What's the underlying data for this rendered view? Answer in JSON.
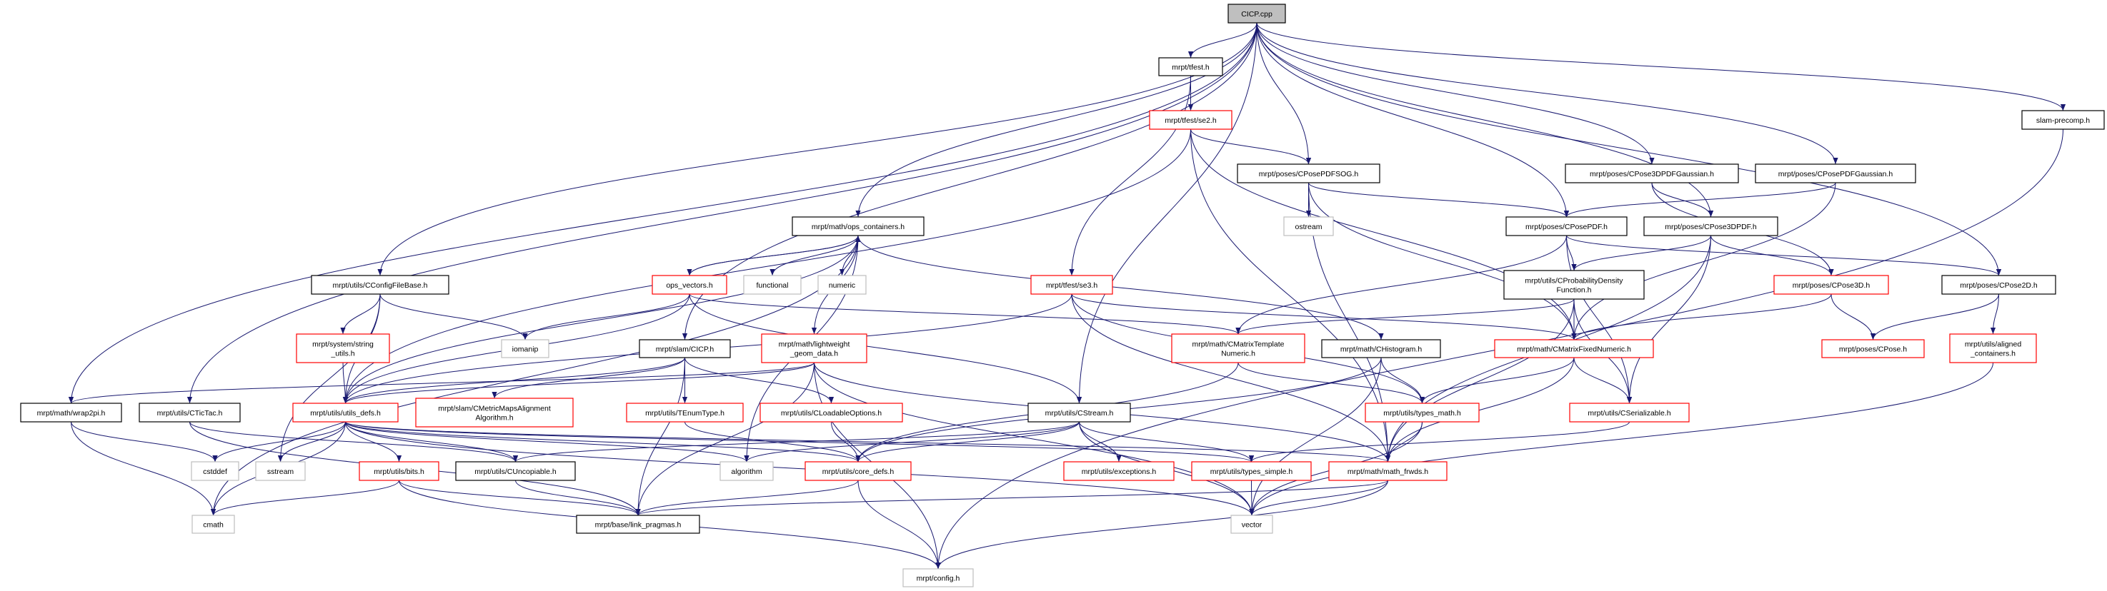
{
  "graph": {
    "title": "CICP.cpp",
    "colors": {
      "edge": "#191970",
      "documented": "#000000",
      "truncated": "#ff0000",
      "external": "#bfbfbf",
      "root_fill": "#bfbfbf"
    },
    "nodes": [
      {
        "id": "cicp_cpp",
        "label": [
          "CICP.cpp"
        ],
        "kind": "root"
      },
      {
        "id": "tfest",
        "label": [
          "mrpt/tfest.h"
        ],
        "kind": "documented"
      },
      {
        "id": "se2",
        "label": [
          "mrpt/tfest/se2.h"
        ],
        "kind": "truncated"
      },
      {
        "id": "posepdfsog",
        "label": [
          "mrpt/poses/CPosePDFSOG.h"
        ],
        "kind": "documented"
      },
      {
        "id": "ostream",
        "label": [
          "ostream"
        ],
        "kind": "external"
      },
      {
        "id": "ops_containers",
        "label": [
          "mrpt/math/ops_containers.h"
        ],
        "kind": "documented"
      },
      {
        "id": "functional",
        "label": [
          "functional"
        ],
        "kind": "external"
      },
      {
        "id": "numeric",
        "label": [
          "numeric"
        ],
        "kind": "external"
      },
      {
        "id": "se3",
        "label": [
          "mrpt/tfest/se3.h"
        ],
        "kind": "truncated"
      },
      {
        "id": "configfilebase",
        "label": [
          "mrpt/utils/CConfigFileBase.h"
        ],
        "kind": "documented"
      },
      {
        "id": "ops_vectors",
        "label": [
          "ops_vectors.h"
        ],
        "kind": "truncated"
      },
      {
        "id": "pose3dpdfgaussian",
        "label": [
          "mrpt/poses/CPose3DPDFGaussian.h"
        ],
        "kind": "documented"
      },
      {
        "id": "posepdfgaussian",
        "label": [
          "mrpt/poses/CPosePDFGaussian.h"
        ],
        "kind": "documented"
      },
      {
        "id": "slam_precomp",
        "label": [
          "slam-precomp.h"
        ],
        "kind": "documented"
      },
      {
        "id": "posepdf",
        "label": [
          "mrpt/poses/CPosePDF.h"
        ],
        "kind": "documented"
      },
      {
        "id": "pose3dpdf",
        "label": [
          "mrpt/poses/CPose3DPDF.h"
        ],
        "kind": "documented"
      },
      {
        "id": "probdensity",
        "label": [
          "mrpt/utils/CProbabilityDensity",
          "Function.h"
        ],
        "kind": "documented"
      },
      {
        "id": "pose3d",
        "label": [
          "mrpt/poses/CPose3D.h"
        ],
        "kind": "truncated"
      },
      {
        "id": "pose2d",
        "label": [
          "mrpt/poses/CPose2D.h"
        ],
        "kind": "documented"
      },
      {
        "id": "string_utils",
        "label": [
          "mrpt/system/string",
          "_utils.h"
        ],
        "kind": "truncated"
      },
      {
        "id": "iomanip",
        "label": [
          "iomanip"
        ],
        "kind": "external"
      },
      {
        "id": "slam_cicp",
        "label": [
          "mrpt/slam/CICP.h"
        ],
        "kind": "documented"
      },
      {
        "id": "lightweight",
        "label": [
          "mrpt/math/lightweight",
          "_geom_data.h"
        ],
        "kind": "truncated"
      },
      {
        "id": "matrixtemplate",
        "label": [
          "mrpt/math/CMatrixTemplate",
          "Numeric.h"
        ],
        "kind": "truncated"
      },
      {
        "id": "histogram",
        "label": [
          "mrpt/math/CHistogram.h"
        ],
        "kind": "documented"
      },
      {
        "id": "matrixfixed",
        "label": [
          "mrpt/math/CMatrixFixedNumeric.h"
        ],
        "kind": "truncated"
      },
      {
        "id": "cpose",
        "label": [
          "mrpt/poses/CPose.h"
        ],
        "kind": "truncated"
      },
      {
        "id": "aligned",
        "label": [
          "mrpt/utils/aligned",
          "_containers.h"
        ],
        "kind": "truncated"
      },
      {
        "id": "wrap2pi",
        "label": [
          "mrpt/math/wrap2pi.h"
        ],
        "kind": "documented"
      },
      {
        "id": "tictac",
        "label": [
          "mrpt/utils/CTicTac.h"
        ],
        "kind": "documented"
      },
      {
        "id": "utils_defs",
        "label": [
          "mrpt/utils/utils_defs.h"
        ],
        "kind": "truncated"
      },
      {
        "id": "metricmaps",
        "label": [
          "mrpt/slam/CMetricMapsAlignment",
          "Algorithm.h"
        ],
        "kind": "truncated"
      },
      {
        "id": "enumtype",
        "label": [
          "mrpt/utils/TEnumType.h"
        ],
        "kind": "truncated"
      },
      {
        "id": "loadable",
        "label": [
          "mrpt/utils/CLoadableOptions.h"
        ],
        "kind": "truncated"
      },
      {
        "id": "cstream",
        "label": [
          "mrpt/utils/CStream.h"
        ],
        "kind": "documented"
      },
      {
        "id": "types_math",
        "label": [
          "mrpt/utils/types_math.h"
        ],
        "kind": "truncated"
      },
      {
        "id": "serializable",
        "label": [
          "mrpt/utils/CSerializable.h"
        ],
        "kind": "truncated"
      },
      {
        "id": "cstddef",
        "label": [
          "cstddef"
        ],
        "kind": "external"
      },
      {
        "id": "sstream",
        "label": [
          "sstream"
        ],
        "kind": "external"
      },
      {
        "id": "bits",
        "label": [
          "mrpt/utils/bits.h"
        ],
        "kind": "truncated"
      },
      {
        "id": "uncopiable",
        "label": [
          "mrpt/utils/CUncopiable.h"
        ],
        "kind": "documented"
      },
      {
        "id": "algorithm",
        "label": [
          "algorithm"
        ],
        "kind": "external"
      },
      {
        "id": "core_defs",
        "label": [
          "mrpt/utils/core_defs.h"
        ],
        "kind": "truncated"
      },
      {
        "id": "exceptions",
        "label": [
          "mrpt/utils/exceptions.h"
        ],
        "kind": "truncated"
      },
      {
        "id": "types_simple",
        "label": [
          "mrpt/utils/types_simple.h"
        ],
        "kind": "truncated"
      },
      {
        "id": "math_frwds",
        "label": [
          "mrpt/math/math_frwds.h"
        ],
        "kind": "truncated"
      },
      {
        "id": "cmath",
        "label": [
          "cmath"
        ],
        "kind": "external"
      },
      {
        "id": "link_pragmas",
        "label": [
          "mrpt/base/link_pragmas.h"
        ],
        "kind": "documented"
      },
      {
        "id": "vector",
        "label": [
          "vector"
        ],
        "kind": "external"
      },
      {
        "id": "config",
        "label": [
          "mrpt/config.h"
        ],
        "kind": "external"
      }
    ],
    "edges": [
      [
        "cicp_cpp",
        "tfest"
      ],
      [
        "cicp_cpp",
        "posepdfsog"
      ],
      [
        "cicp_cpp",
        "posepdf"
      ],
      [
        "cicp_cpp",
        "pose3dpdf"
      ],
      [
        "cicp_cpp",
        "pose3dpdfgaussian"
      ],
      [
        "cicp_cpp",
        "posepdfgaussian"
      ],
      [
        "cicp_cpp",
        "pose2d"
      ],
      [
        "cicp_cpp",
        "slam_precomp"
      ],
      [
        "cicp_cpp",
        "ops_containers"
      ],
      [
        "cicp_cpp",
        "slam_cicp"
      ],
      [
        "cicp_cpp",
        "cstream"
      ],
      [
        "cicp_cpp",
        "configfilebase"
      ],
      [
        "cicp_cpp",
        "tictac"
      ],
      [
        "cicp_cpp",
        "wrap2pi"
      ],
      [
        "tfest",
        "se2"
      ],
      [
        "tfest",
        "se3"
      ],
      [
        "se2",
        "posepdfsog"
      ],
      [
        "se2",
        "utils_defs"
      ],
      [
        "se2",
        "math_frwds"
      ],
      [
        "se2",
        "matrixfixed"
      ],
      [
        "posepdfsog",
        "ostream"
      ],
      [
        "posepdfsog",
        "posepdf"
      ],
      [
        "posepdfsog",
        "matrixfixed"
      ],
      [
        "posepdfsog",
        "math_frwds"
      ],
      [
        "pose3dpdfgaussian",
        "pose3dpdf"
      ],
      [
        "pose3dpdfgaussian",
        "pose3d"
      ],
      [
        "posepdfgaussian",
        "posepdf"
      ],
      [
        "posepdfgaussian",
        "matrixfixed"
      ],
      [
        "slam_precomp",
        "config"
      ],
      [
        "posepdf",
        "probdensity"
      ],
      [
        "posepdf",
        "pose2d"
      ],
      [
        "posepdf",
        "matrixtemplate"
      ],
      [
        "posepdf",
        "serializable"
      ],
      [
        "pose3dpdf",
        "probdensity"
      ],
      [
        "pose3dpdf",
        "pose3d"
      ],
      [
        "pose3dpdf",
        "serializable"
      ],
      [
        "pose3dpdf",
        "math_frwds"
      ],
      [
        "probdensity",
        "matrixfixed"
      ],
      [
        "probdensity",
        "matrixtemplate"
      ],
      [
        "probdensity",
        "math_frwds"
      ],
      [
        "probdensity",
        "serializable"
      ],
      [
        "pose3d",
        "cpose"
      ],
      [
        "pose3d",
        "matrixfixed"
      ],
      [
        "pose2d",
        "cpose"
      ],
      [
        "pose2d",
        "aligned"
      ],
      [
        "aligned",
        "vector"
      ],
      [
        "ops_containers",
        "ops_vectors"
      ],
      [
        "ops_containers",
        "functional"
      ],
      [
        "ops_containers",
        "numeric"
      ],
      [
        "ops_containers",
        "lightweight"
      ],
      [
        "ops_containers",
        "cmath"
      ],
      [
        "ops_containers",
        "algorithm"
      ],
      [
        "ops_containers",
        "histogram"
      ],
      [
        "ops_containers",
        "utils_defs"
      ],
      [
        "ops_vectors",
        "ops_containers"
      ],
      [
        "ops_vectors",
        "iomanip"
      ],
      [
        "ops_vectors",
        "utils_defs"
      ],
      [
        "ops_vectors",
        "matrixtemplate"
      ],
      [
        "ops_vectors",
        "cstream"
      ],
      [
        "configfilebase",
        "string_utils"
      ],
      [
        "configfilebase",
        "utils_defs"
      ],
      [
        "configfilebase",
        "iomanip"
      ],
      [
        "configfilebase",
        "sstream"
      ],
      [
        "se3",
        "utils_defs"
      ],
      [
        "se3",
        "matrixfixed"
      ],
      [
        "se3",
        "math_frwds"
      ],
      [
        "se3",
        "types_math"
      ],
      [
        "slam_cicp",
        "metricmaps"
      ],
      [
        "slam_cicp",
        "enumtype"
      ],
      [
        "slam_cicp",
        "loadable"
      ],
      [
        "slam_cicp",
        "utils_defs"
      ],
      [
        "slam_cicp",
        "link_pragmas"
      ],
      [
        "string_utils",
        "utils_defs"
      ],
      [
        "lightweight",
        "wrap2pi"
      ],
      [
        "lightweight",
        "link_pragmas"
      ],
      [
        "lightweight",
        "config"
      ],
      [
        "lightweight",
        "vector"
      ],
      [
        "lightweight",
        "math_frwds"
      ],
      [
        "lightweight",
        "utils_defs"
      ],
      [
        "matrixtemplate",
        "types_math"
      ],
      [
        "matrixtemplate",
        "core_defs"
      ],
      [
        "histogram",
        "types_math"
      ],
      [
        "histogram",
        "core_defs"
      ],
      [
        "histogram",
        "vector"
      ],
      [
        "matrixfixed",
        "types_math"
      ],
      [
        "matrixfixed",
        "serializable"
      ],
      [
        "matrixfixed",
        "math_frwds"
      ],
      [
        "wrap2pi",
        "cstddef"
      ],
      [
        "wrap2pi",
        "cmath"
      ],
      [
        "tictac",
        "uncopiable"
      ],
      [
        "tictac",
        "link_pragmas"
      ],
      [
        "utils_defs",
        "cstddef"
      ],
      [
        "utils_defs",
        "sstream"
      ],
      [
        "utils_defs",
        "cmath"
      ],
      [
        "utils_defs",
        "bits"
      ],
      [
        "utils_defs",
        "uncopiable"
      ],
      [
        "utils_defs",
        "core_defs"
      ],
      [
        "utils_defs",
        "types_simple"
      ],
      [
        "utils_defs",
        "algorithm"
      ],
      [
        "utils_defs",
        "vector"
      ],
      [
        "utils_defs",
        "math_frwds"
      ],
      [
        "enumtype",
        "core_defs"
      ],
      [
        "loadable",
        "core_defs"
      ],
      [
        "cstream",
        "uncopiable"
      ],
      [
        "cstream",
        "core_defs"
      ],
      [
        "cstream",
        "exceptions"
      ],
      [
        "cstream",
        "types_simple"
      ],
      [
        "cstream",
        "vector"
      ],
      [
        "cstream",
        "algorithm"
      ],
      [
        "types_math",
        "math_frwds"
      ],
      [
        "types_math",
        "vector"
      ],
      [
        "serializable",
        "types_simple"
      ],
      [
        "bits",
        "cmath"
      ],
      [
        "bits",
        "link_pragmas"
      ],
      [
        "bits",
        "config"
      ],
      [
        "uncopiable",
        "link_pragmas"
      ],
      [
        "core_defs",
        "link_pragmas"
      ],
      [
        "core_defs",
        "config"
      ],
      [
        "types_simple",
        "vector"
      ],
      [
        "math_frwds",
        "link_pragmas"
      ],
      [
        "math_frwds",
        "config"
      ],
      [
        "math_frwds",
        "vector"
      ]
    ]
  }
}
